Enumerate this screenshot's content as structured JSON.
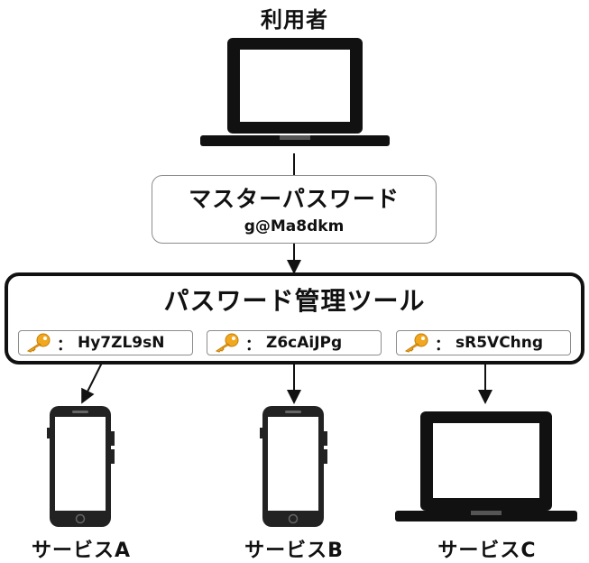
{
  "user": {
    "label": "利用者"
  },
  "master_password": {
    "title": "マスターパスワード",
    "value": "g@Ma8dkm"
  },
  "password_manager": {
    "title": "パスワード管理ツール",
    "entries": [
      {
        "separator": "：",
        "password": "Hy7ZL9sN"
      },
      {
        "separator": "：",
        "password": "Z6cAiJPg"
      },
      {
        "separator": "：",
        "password": "sR5VChng"
      }
    ]
  },
  "services": [
    {
      "label": "サービスA",
      "device": "smartphone-icon"
    },
    {
      "label": "サービスB",
      "device": "smartphone-icon"
    },
    {
      "label": "サービスC",
      "device": "laptop-icon"
    }
  ],
  "colors": {
    "line": "#111111",
    "box_border": "#8c8c8c",
    "key": "#f2a81e"
  }
}
